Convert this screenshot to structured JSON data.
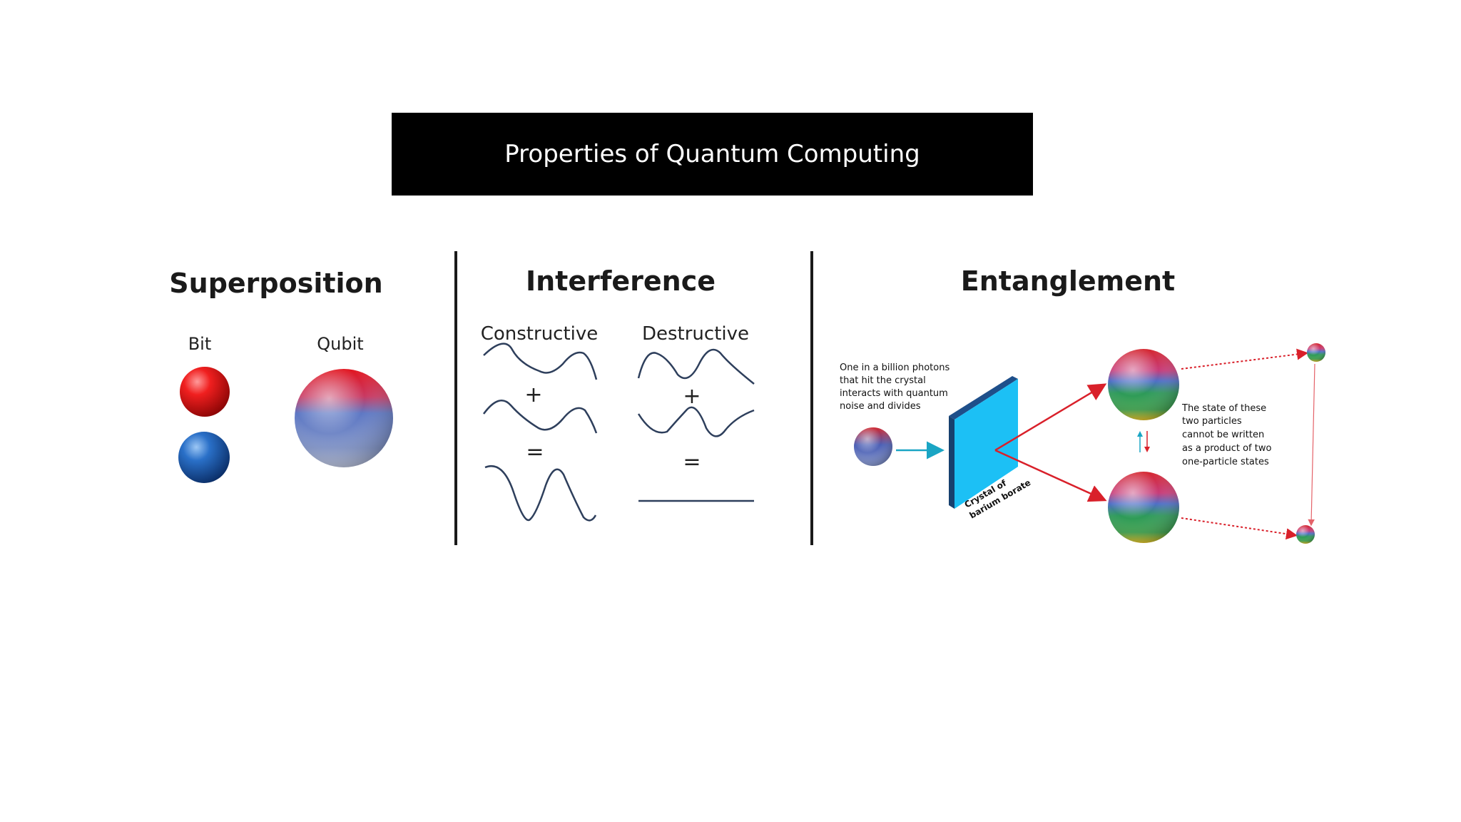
{
  "slide": {
    "title": "Properties of Quantum Computing"
  },
  "superposition": {
    "heading": "Superposition",
    "bit_label": "Bit",
    "qubit_label": "Qubit"
  },
  "interference": {
    "heading": "Interference",
    "constructive_label": "Constructive",
    "destructive_label": "Destructive",
    "plus_symbol": "+",
    "equals_symbol": "="
  },
  "entanglement": {
    "heading": "Entanglement",
    "photon_note": [
      "One in a billion photons",
      "that hit the crystal",
      "interacts with quantum",
      "noise and divides"
    ],
    "crystal_label": [
      "Crystal of",
      "barium borate"
    ],
    "state_note": [
      "The state of these",
      "two particles",
      "cannot be written",
      "as a product of two",
      "one-particle states"
    ]
  },
  "colors": {
    "bit_red": "#e01a1a",
    "bit_blue": "#1f5fb0",
    "crystal": "#1cc0f5",
    "arrow_red": "#d9202a",
    "arrow_teal": "#1aa5c4",
    "wave": "#2e3f5c"
  }
}
